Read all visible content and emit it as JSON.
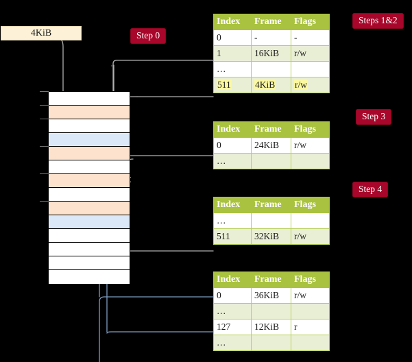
{
  "diagram": {
    "title_hidden": "",
    "size_box": {
      "label": "4KiB"
    },
    "badges": {
      "step0": "Step 0",
      "steps12": "Steps 1&2",
      "step3": "Step 3",
      "step4": "Step 4"
    },
    "colors": {
      "badge_bg": "#a8062a",
      "table_header_bg": "#a9c23f",
      "table_alt_row_bg": "#e9efd5",
      "highlight": "#fbf8a0",
      "memory_orange": "#fde3cd",
      "memory_blue": "#dbe8f7",
      "size_box_bg": "#fdf2d7",
      "wire_gray": "#b0b0b0",
      "wire_blue": "#7d9dc4"
    },
    "memory_column": {
      "name": "physical-memory-frames",
      "rows": [
        {
          "index": 0,
          "fill": "white"
        },
        {
          "index": 1,
          "fill": "orange"
        },
        {
          "index": 2,
          "fill": "white"
        },
        {
          "index": 3,
          "fill": "blue"
        },
        {
          "index": 4,
          "fill": "orange"
        },
        {
          "index": 5,
          "fill": "white"
        },
        {
          "index": 6,
          "fill": "orange"
        },
        {
          "index": 7,
          "fill": "white"
        },
        {
          "index": 8,
          "fill": "orange"
        },
        {
          "index": 9,
          "fill": "blue"
        },
        {
          "index": 10,
          "fill": "white"
        },
        {
          "index": 11,
          "fill": "white"
        },
        {
          "index": 12,
          "fill": "white"
        },
        {
          "index": 13,
          "fill": "white"
        }
      ]
    },
    "tables": [
      {
        "name": "page-table-level-4",
        "headers": [
          "Index",
          "Frame",
          "Flags"
        ],
        "rows": [
          {
            "style": "plain",
            "cells": [
              "0",
              "-",
              "-"
            ],
            "highlight": false
          },
          {
            "style": "alt",
            "cells": [
              "1",
              "16KiB",
              "r/w"
            ],
            "highlight": false
          },
          {
            "style": "plain",
            "cells": [
              "…",
              "",
              ""
            ],
            "highlight": false
          },
          {
            "style": "alt",
            "cells": [
              "511",
              "4KiB",
              "r/w"
            ],
            "highlight": true
          }
        ]
      },
      {
        "name": "page-table-level-3",
        "headers": [
          "Index",
          "Frame",
          "Flags"
        ],
        "rows": [
          {
            "style": "plain",
            "cells": [
              "0",
              "24KiB",
              "r/w"
            ],
            "highlight": false
          },
          {
            "style": "alt",
            "cells": [
              "…",
              "",
              ""
            ],
            "highlight": false
          }
        ]
      },
      {
        "name": "page-table-level-2",
        "headers": [
          "Index",
          "Frame",
          "Flags"
        ],
        "rows": [
          {
            "style": "plain",
            "cells": [
              "…",
              "",
              ""
            ],
            "highlight": false
          },
          {
            "style": "alt",
            "cells": [
              "511",
              "32KiB",
              "r/w"
            ],
            "highlight": false
          }
        ]
      },
      {
        "name": "page-table-level-1",
        "headers": [
          "Index",
          "Frame",
          "Flags"
        ],
        "rows": [
          {
            "style": "plain",
            "cells": [
              "0",
              "36KiB",
              "r/w"
            ],
            "highlight": false
          },
          {
            "style": "alt",
            "cells": [
              "…",
              "",
              ""
            ],
            "highlight": false
          },
          {
            "style": "plain",
            "cells": [
              "127",
              "12KiB",
              "r"
            ],
            "highlight": false
          },
          {
            "style": "alt",
            "cells": [
              "…",
              "",
              ""
            ],
            "highlight": false
          }
        ]
      }
    ]
  }
}
